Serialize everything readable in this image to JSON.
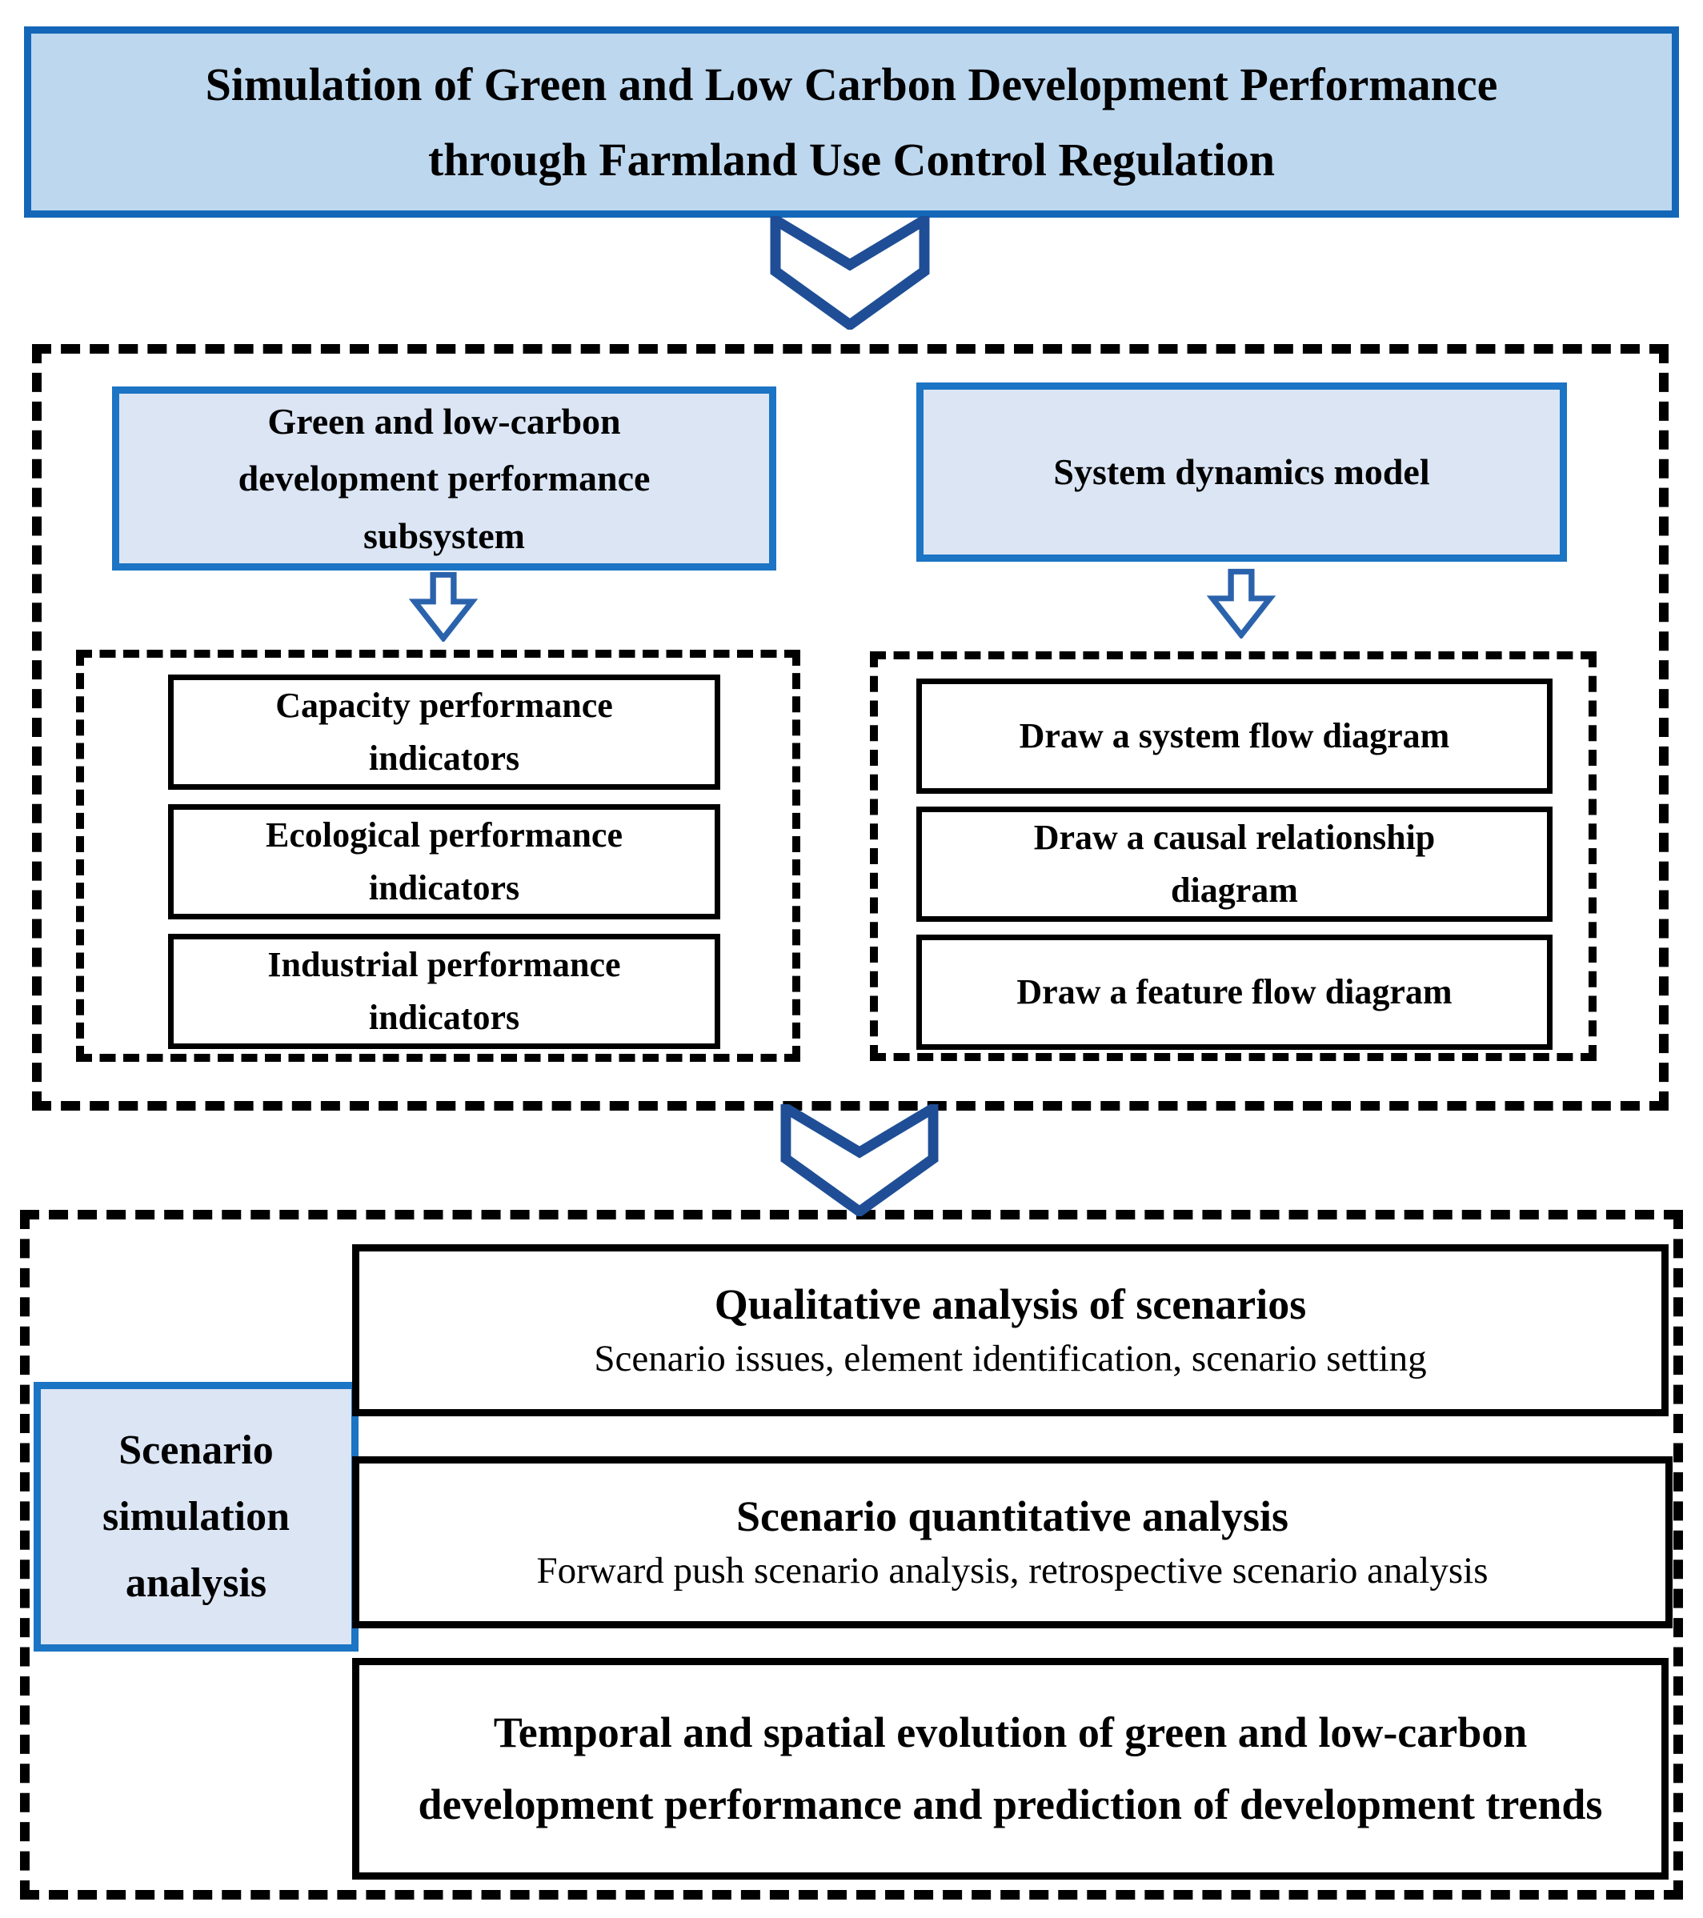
{
  "header": {
    "title": "Simulation of Green and Low Carbon Development Performance through Farmland Use Control Regulation"
  },
  "middle_section": {
    "subsystem_header": "Green and low-carbon development performance subsystem",
    "model_header": "System dynamics model",
    "indicator_boxes": [
      "Capacity performance indicators",
      "Ecological performance indicators",
      "Industrial performance indicators"
    ],
    "model_steps": [
      "Draw a system flow diagram",
      "Draw a causal relationship diagram",
      "Draw a feature flow diagram"
    ]
  },
  "bottom_section": {
    "side_label": "Scenario simulation analysis",
    "analysis_boxes": [
      {
        "title": "Qualitative analysis of scenarios",
        "subtitle": "Scenario issues, element identification, scenario setting"
      },
      {
        "title": "Scenario quantitative analysis",
        "subtitle": "Forward push scenario analysis, retrospective scenario analysis"
      },
      {
        "title": "Temporal and spatial evolution of green and low-carbon development performance and prediction of development trends"
      }
    ]
  },
  "icons": {
    "flow_arrows": [
      "chevron-down-icon",
      "chevron-down-icon"
    ],
    "sub_arrows": [
      "block-arrow-down-icon",
      "block-arrow-down-icon"
    ]
  },
  "colors": {
    "title_fill": "#BDD7EE",
    "title_border": "#1467B8",
    "panel_fill": "#DBE5F4",
    "panel_border": "#1B74C4",
    "chevron_blue": "#1F4E96",
    "block_arrow_blue": "#2B62AC",
    "dashed_border": "#000000",
    "text": "#000000"
  }
}
